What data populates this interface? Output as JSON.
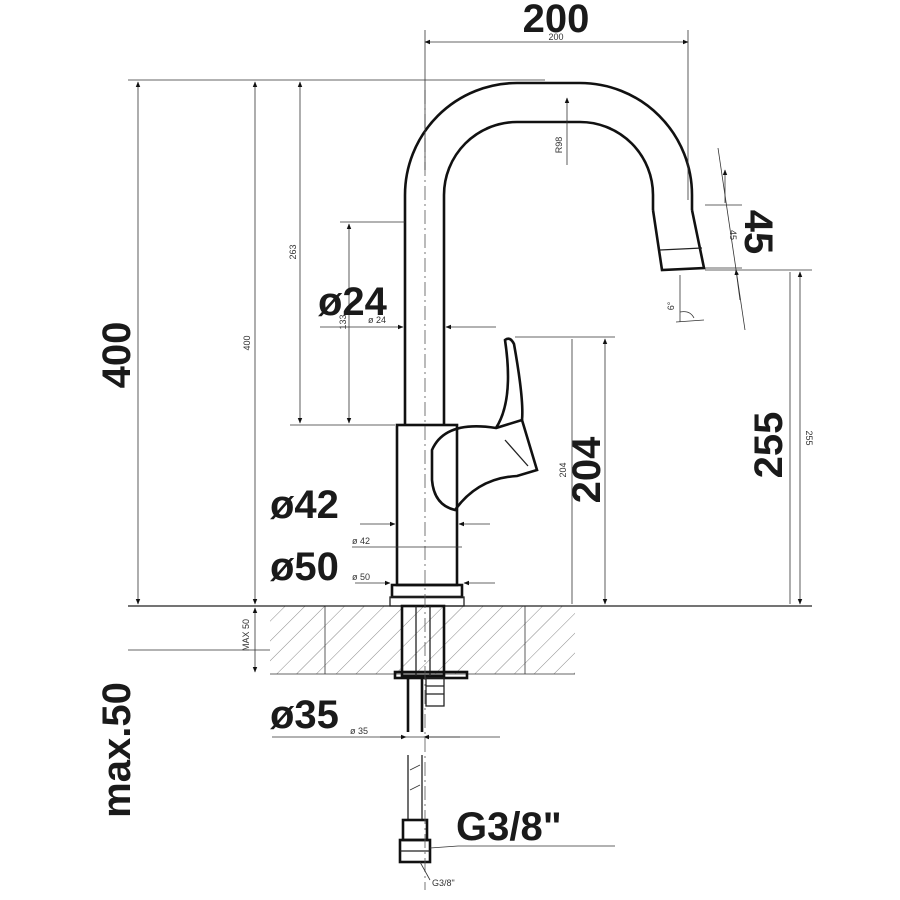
{
  "dimensions": {
    "reach": "200",
    "reach_small": "200",
    "total_height": "400",
    "total_height_small": "400",
    "spout_height": "263",
    "radius": "R98",
    "aerator": "45",
    "aerator_small": "45",
    "tilt_angle": "6°",
    "spout_diameter": "ø24",
    "spout_diameter_small": "ø 24",
    "spout_segment": "133",
    "lever_height": "204",
    "lever_height_small": "204",
    "outlet_height": "255",
    "outlet_height_small": "255",
    "body_diameter": "ø42",
    "body_diameter_small": "ø 42",
    "base_diameter": "ø50",
    "base_diameter_small": "ø 50",
    "max_thickness": "max.50",
    "max_thickness_small": "MAX 50",
    "shank_diameter": "ø35",
    "shank_diameter_small": "ø 35",
    "thread": "G3/8\"",
    "thread_small": "G3/8\""
  }
}
